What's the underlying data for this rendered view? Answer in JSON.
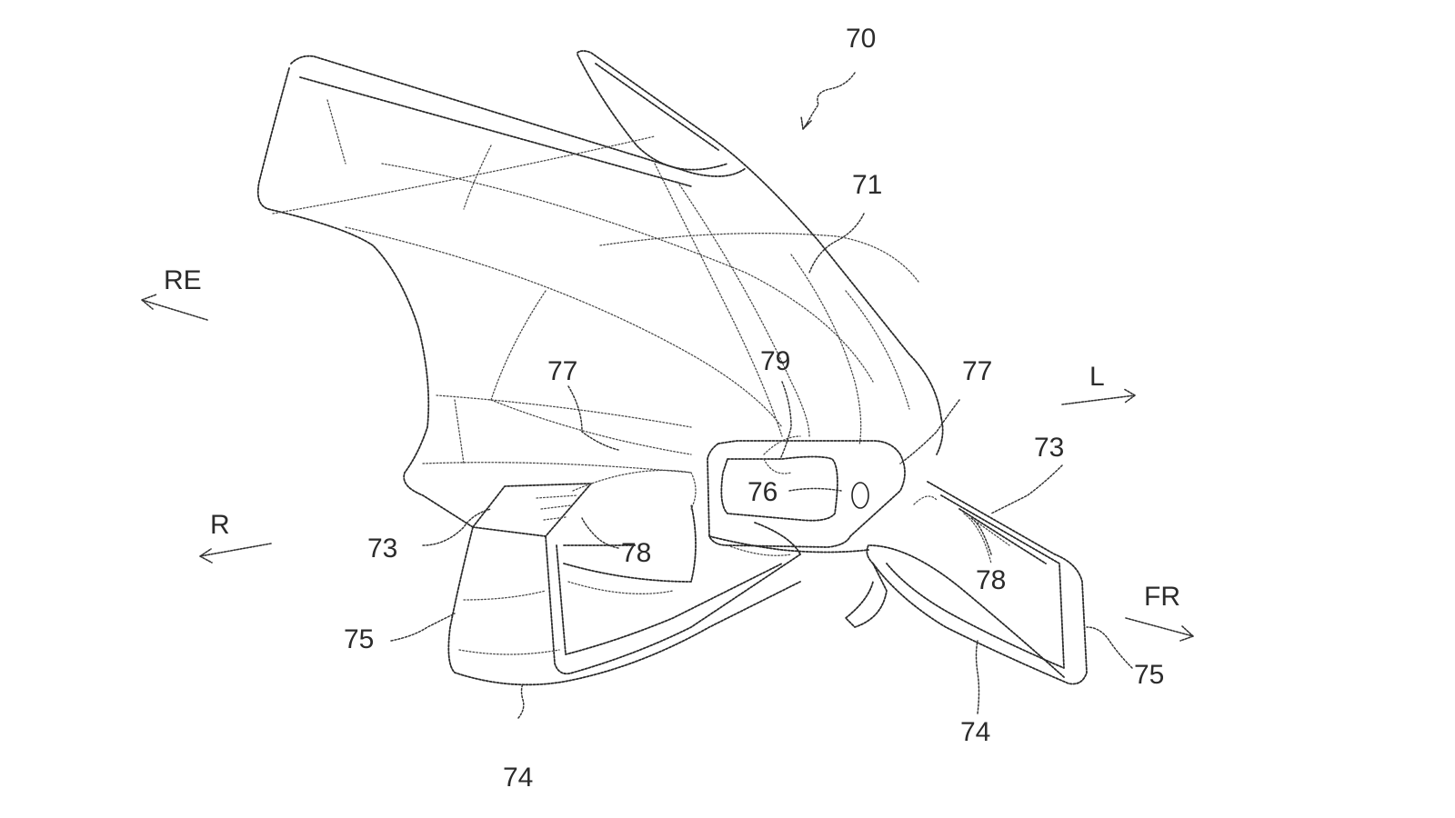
{
  "figure": {
    "ref_numeral": "70",
    "part_labels": {
      "body": "71",
      "pad_left": "73",
      "pad_right": "73",
      "base_left": "74",
      "base_right": "74",
      "side_left": "75",
      "side_right": "75",
      "window": "76",
      "rib_left": "77",
      "rib_right": "77",
      "opening_left": "78",
      "opening_right": "78",
      "center": "79"
    },
    "direction_labels": {
      "rear": "RE",
      "left": "L",
      "right": "R",
      "front": "FR"
    }
  }
}
